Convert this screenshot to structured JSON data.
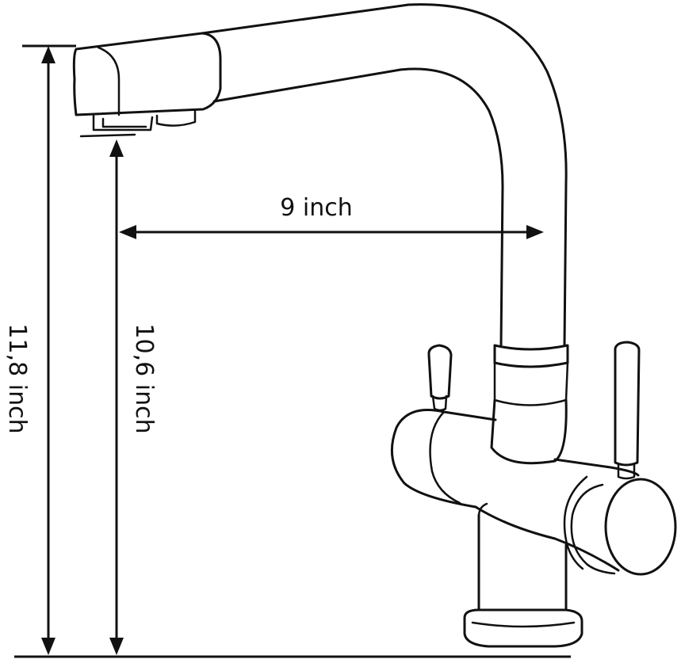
{
  "dimensions": {
    "spout_reach": "9 inch",
    "outlet_height": "10,6 inch",
    "total_height": "11,8 inch"
  },
  "colors": {
    "line": "#111111",
    "background": "#ffffff"
  }
}
